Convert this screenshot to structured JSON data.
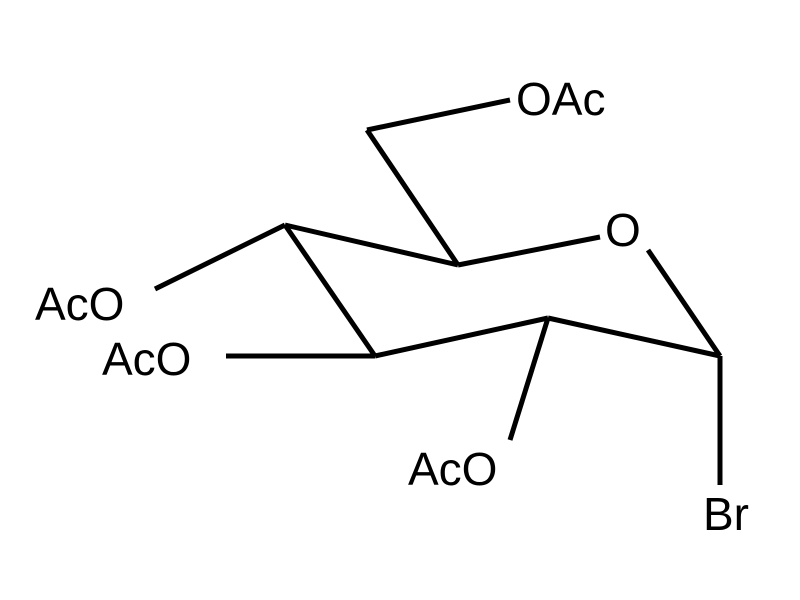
{
  "diagram": {
    "type": "chemical-structure",
    "molecule": "2,3,4,6-tetra-O-acetyl-alpha-D-glucopyranosyl bromide (chair form)",
    "ring_atoms": [
      "C1",
      "C2",
      "C3",
      "C4",
      "C5",
      "O"
    ],
    "labels": {
      "c6_substituent": "OAc",
      "ring_oxygen": "O",
      "c4_substituent": "AcO",
      "c3_substituent": "AcO",
      "c2_substituent": "AcO",
      "c1_substituent": "Br"
    },
    "colors": {
      "line": "#000000",
      "background": "#ffffff"
    }
  }
}
